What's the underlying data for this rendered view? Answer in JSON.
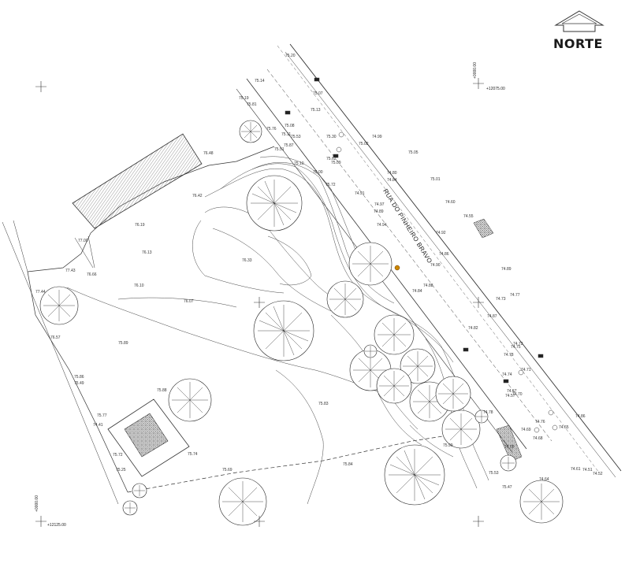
{
  "north": {
    "label": "NORTE"
  },
  "street": {
    "name": "RUA DO PINHEIRO BRAVO"
  },
  "coords": {
    "e_top": "+12075.00",
    "n_top": "+0000.00",
    "e_bottom": "+12125.00",
    "n_bottom": "+0000.00"
  },
  "elevations": [
    "75.20",
    "75.14",
    "75.07",
    "75.19",
    "75.81",
    "75.13",
    "75.76",
    "75.11",
    "75.30",
    "75.08",
    "75.02",
    "74.99",
    "75.05",
    "75.01",
    "74.80",
    "74.84",
    "75.62",
    "75.09",
    "75.51",
    "75.10",
    "75.72",
    "75.00",
    "74.91",
    "74.89",
    "74.97",
    "74.94",
    "74.86",
    "74.55",
    "74.92",
    "74.90",
    "74.88",
    "74.84",
    "74.89",
    "74.73",
    "74.77",
    "74.87",
    "74.75",
    "74.72",
    "74.78",
    "74.71",
    "74.68",
    "74.76",
    "74.69",
    "74.64",
    "74.86",
    "74.57",
    "74.51",
    "74.52",
    "74.67",
    "75.47",
    "75.53",
    "75.99",
    "75.84",
    "75.69",
    "75.74",
    "75.72",
    "75.77",
    "75.88",
    "75.83",
    "75.89",
    "76.07",
    "76.10",
    "76.19",
    "76.13",
    "76.66",
    "76.33",
    "76.48",
    "76.42",
    "77.00",
    "77.43",
    "77.44",
    "76.57",
    "75.86",
    "75.49",
    "74.41",
    "75.25",
    "75.87",
    "75.53",
    "74.60",
    "74.69",
    "74.78",
    "74.82",
    "74.74",
    "74.70",
    "74.61",
    "74.65"
  ]
}
